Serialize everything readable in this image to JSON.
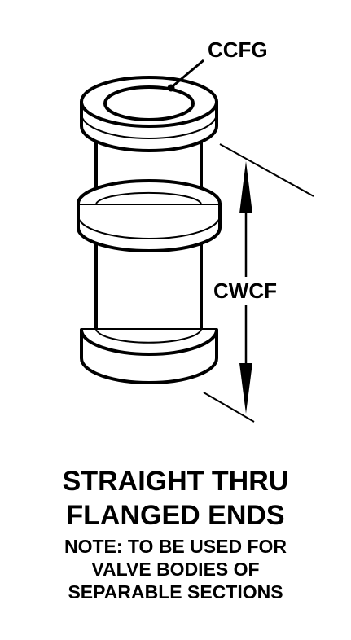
{
  "labels": {
    "top_label": "CCFG",
    "side_label": "CWCF"
  },
  "caption": {
    "title_line1": "STRAIGHT THRU",
    "title_line2": "FLANGED ENDS",
    "note_line1": "NOTE: TO BE USED FOR",
    "note_line2": "VALVE BODIES OF",
    "note_line3": "SEPARABLE SECTIONS"
  },
  "colors": {
    "ink": "#000000",
    "paper": "#ffffff"
  }
}
